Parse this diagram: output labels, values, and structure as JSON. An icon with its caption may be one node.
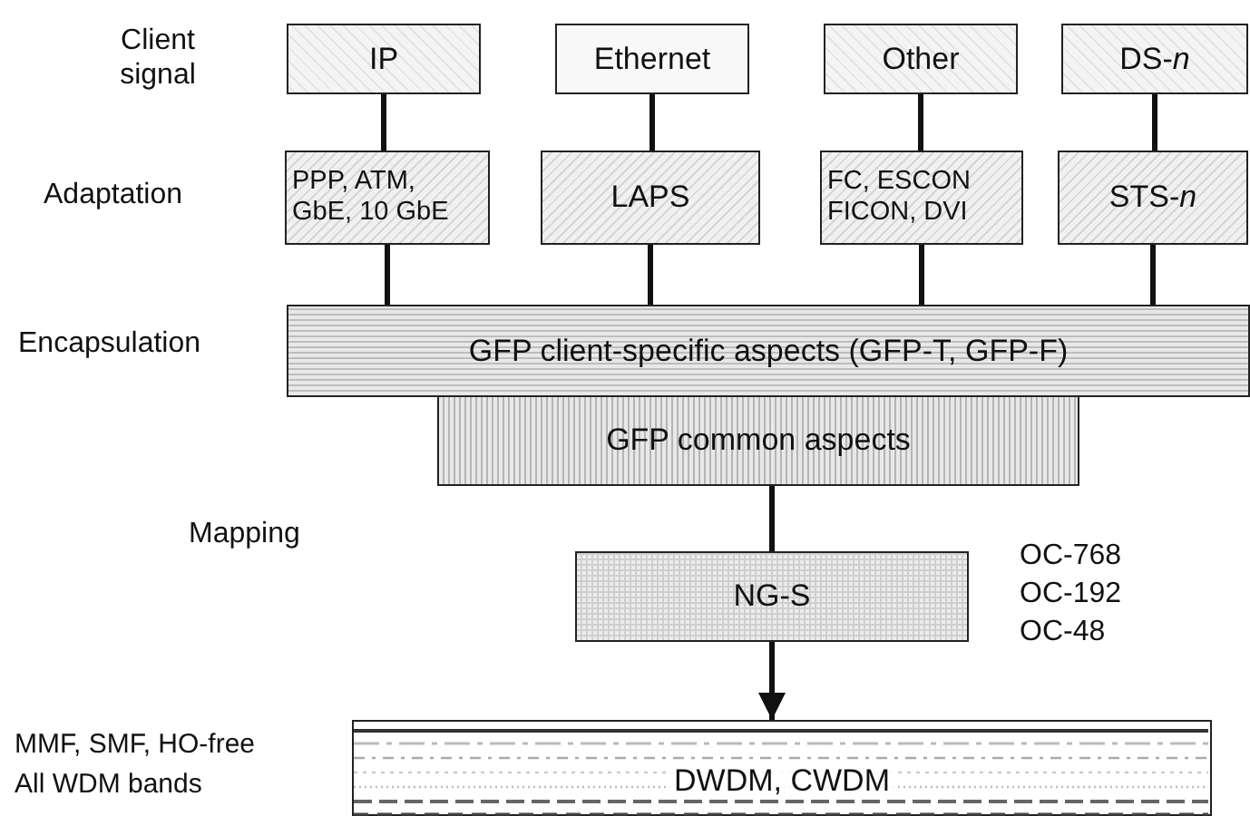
{
  "diagram": {
    "nodes": [
      {
        "text": [
          "IP"
        ]
      },
      {
        "text": [
          "Ethernet"
        ]
      },
      {
        "text": [
          "Other"
        ]
      },
      {
        "text": [
          "DS-*n*"
        ]
      },
      {
        "text": [
          "PPP, ATM, GbE, 10 GbE"
        ]
      },
      {
        "text": [
          "LAPS"
        ]
      },
      {
        "text": [
          "FC, ESCON FICON, DVI"
        ]
      },
      {
        "text": [
          "STS-*n*"
        ]
      },
      {
        "text": [
          "GFP client-specific aspects (GFP-T, GFP-F)"
        ]
      },
      {
        "text": [
          "GFP common aspects"
        ]
      },
      {
        "text": [
          "NG-S"
        ]
      },
      {
        "text": [
          "DWDM, CWDM"
        ]
      }
    ],
    "edges": [
      {
        "from": 0,
        "to": 4,
        "arrow": "none"
      },
      {
        "from": 1,
        "to": 5,
        "arrow": "none"
      },
      {
        "from": 2,
        "to": 6,
        "arrow": "none"
      },
      {
        "from": 3,
        "to": 7,
        "arrow": "none"
      },
      {
        "from": 4,
        "to": 8,
        "arrow": "none"
      },
      {
        "from": 5,
        "to": 8,
        "arrow": "none"
      },
      {
        "from": 6,
        "to": 8,
        "arrow": "none"
      },
      {
        "from": 7,
        "to": 8,
        "arrow": "none"
      },
      {
        "from": 9,
        "to": 10,
        "arrow": "none"
      },
      {
        "from": 10,
        "to": 11,
        "arrow": "to"
      }
    ],
    "labels": [
      "Client signal",
      "Adaptation",
      "Encapsulation",
      "Mapping",
      "OC-768",
      "OC-192",
      "OC-48",
      "MMF, SMF, HO-free",
      "All WDM bands"
    ]
  }
}
